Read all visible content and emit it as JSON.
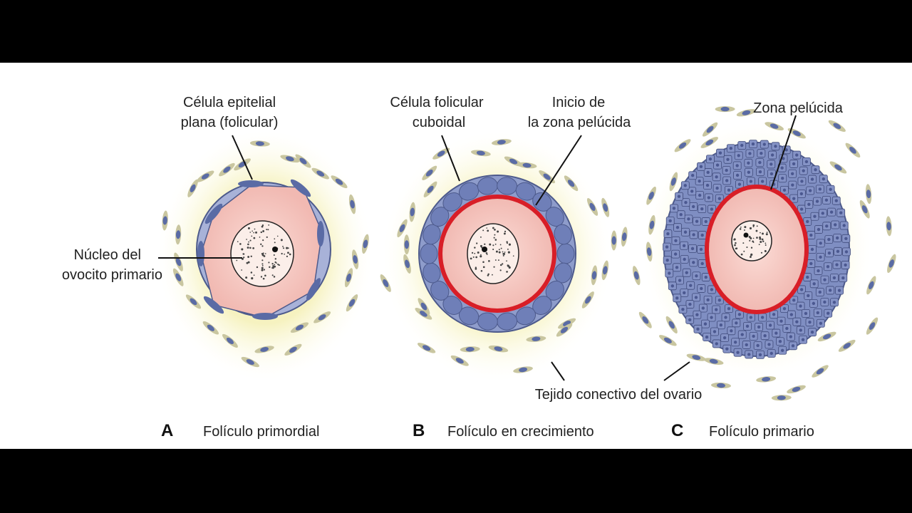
{
  "labels": {
    "epithelial_line1": "Célula epitelial",
    "epithelial_line2": "plana (folicular)",
    "nucleus_line1": "Núcleo del",
    "nucleus_line2": "ovocito primario",
    "cuboidal_line1": "Célula folicular",
    "cuboidal_line2": "cuboidal",
    "zp_start_line1": "Inicio de",
    "zp_start_line2": "la zona pelúcida",
    "zona_pelucida": "Zona pelúcida",
    "connective": "Tejido conectivo del ovario"
  },
  "panels": [
    {
      "letter": "A",
      "title": "Folículo primordial"
    },
    {
      "letter": "B",
      "title": "Folículo en crecimiento"
    },
    {
      "letter": "C",
      "title": "Folículo primario"
    }
  ],
  "colors": {
    "stroma": "#f7f3c4",
    "oocyte": "#f4c4be",
    "follicular_cell": "#8e9ccb",
    "cell_nucleus": "#5a6ba5",
    "zona_pelucida": "#d81e27",
    "connective_cell": "#c9c6a0"
  }
}
